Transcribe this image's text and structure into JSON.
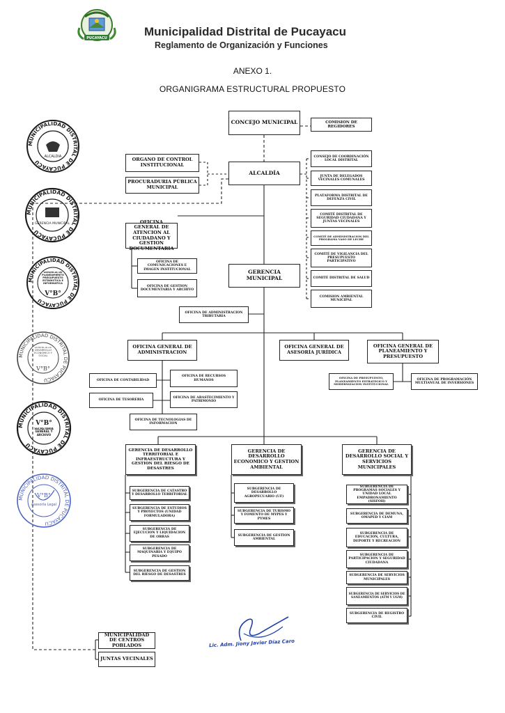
{
  "header": {
    "title": "Municipalidad Distrital de Pucayacu",
    "subtitle": "Reglamento de Organización y Funciones"
  },
  "annex": "ANEXO 1.",
  "chart_title": "ORGANIGRAMA ESTRUCTURAL PROPUESTO",
  "logo_text": "PUCAYACU",
  "signature_text": "Lic. Adm. Jiony Javier Díaz Caro",
  "colors": {
    "ink": "#222222",
    "stamp_dark": "#1a1a1a",
    "stamp_blue": "#4a5fc0",
    "signature": "#1f3fa8"
  },
  "units": {
    "concejo": "CONCEJO MUNICIPAL",
    "regidores": "COMISION DE REGIDORES",
    "alcaldia": "ALCALDÍA",
    "control": "ORGANO DE CONTROL INSTITUCIONAL",
    "procuraduria": "PROCURADURIA PÚBLICA MUNICIPAL",
    "consejo_coord": "CONSEJO DE COORDINACIÓN LOCAL DISTRITAL",
    "junta_delegados": "JUNTA DE DELEGADOS VECINALES COMUNALES",
    "defensa_civil": "PLATAFORMA DISTRITAL DE DEFENZA CIVIL",
    "seguridad": "COMITÉ DISTRITAL DE SEGURIDAD CIUDADANA Y JUNTAS VECINALES",
    "vaso_leche": "COMITÉ DE ADMINISTRACION DEL PROGRAMA VASO DE LECHE",
    "vigilancia": "COMITÉ DE VIGILANCIA DEL PRESUPUESTO PARTICIPATIVO",
    "salud": "COMITÉ DISTRITAL DE SALUD",
    "ambiental": "COMISION AMBIENTAL MUNICIPAL",
    "atencion": "OFICINA GENERAL DE ATENCION AL CIUDADANO Y GESTION DOCUMENTARIA",
    "comunicaciones": "OFICINA DE COMUNICACIONES E IMAGEN INSTITUCIONAL",
    "gestion_doc": "OFICINA DE GESTION DOCUMENTARIA Y ARCHIVO",
    "gerencia": "GERENCIA MUNICIPAL",
    "tributaria": "OFICINA DE ADMINISTRACION TRIBUTARIA",
    "administracion": "OFICINA GENERAL DE ADMINISTRACION",
    "asesoria": "OFICINA GENERAL DE ASESORÍA JURÍDICA",
    "planeamiento": "OFICINA GENERAL DE PLANEAMIENTO Y PRESUPUESTO",
    "contabilidad": "OFICINA DE CONTABILIDAD",
    "rrhh": "OFICINA DE RECURSOS HUMANOS",
    "tesoreria": "OFICINA DE TESORERIA",
    "abastecimiento": "OFICINA DE ABASTECIMIENTO Y PATRIMONIO",
    "tecnologias": "OFICINA DE TECNOLOGIAS DE INFORMACION",
    "presupuesto": "OFICINA DE PRESUPUESTO, PLANEAMIENTO ESTRATEGICO Y MODERNIZACION INSTITUCIONAL",
    "programacion": "OFICINA DE PROGRAMACIÓN MULTIANUAL DE INVERSIONES",
    "g_territorial": "GERENCIA DE DESARROLLO TERRITORIAL E INFRAESTRUCTURA Y GESTION DEL RIESGO DE DESASTRES",
    "g_economico": "GERENCIA DE DESARROLLO ECONOMICO Y GESTION AMBIENTAL",
    "g_social": "GERENCIA DE DESARROLLO SOCIAL Y SERVICIOS MUNICIPALES",
    "catastro": "SUBGERENCIA DE CATASTRO Y DESARROLLO TERRITORIAL",
    "estudios": "SUBGERENCIA DE ESTUDIOS Y PROYECTOS (UNIDAD FORMULADORA)",
    "ejecucion": "SUBGERENCIA DE EJECUCION Y LIQUIDACION DE OBRAS",
    "maquinaria": "SUBGERENCIA DE MAQUINARIA Y EQUIPO PESADO",
    "riesgo": "SUBGERENCIA DE GESTION DEL RIESGO DE DESASTRES",
    "agropecuario": "SUBGERENCIA DE DESARROLLO AGROPECUARIO (UF)",
    "turismo": "SUBGERENCIA DE TURISMO Y FOMENTO DE MYPES Y PYMES",
    "gestion_ambiental": "SUBGERENCIA DE GESTION AMBIENTAL",
    "programas_sociales": "SUBGERENCIA DE PROGRAMAS SOCIALES Y UNIDAD LOCAL EMPADRONAMIENTO (SISFOH)",
    "demuna": "SUBGERENCIA DE DEMUNA, OMAPED Y CIAM",
    "educacion": "SUBGERENCIA DE EDUCACION, CULTURA, DEPORTE Y RECREACION",
    "participacion": "SUBGERENCIA DE PARTICIPACION Y SEGURIDAD CIUDADANA",
    "servicios": "SUBGERENCIA DE SERVICIOS MUNICIPALES",
    "saneamiento": "SUBGERENCIA DE SERVICIOS DE SANEAMIENTOS (ATM Y UGM)",
    "registro_civil": "SUBGERENCIA DE REGISTRO CIVIL",
    "centros_poblados": "MUNICIPALIDAD DE CENTROS POBLADOS",
    "juntas_vecinales": "JUNTAS VECINALES"
  },
  "stamps": [
    {
      "ring": "MUNICIPALIDAD DISTRITAL DE PUCAYACU",
      "center": "ALCALDIA"
    },
    {
      "ring": "MUNICIPALIDAD DISTRITAL DE PUCAYACU",
      "center": "GERENCIA MUNICIPAL"
    },
    {
      "ring": "MUNICIPALIDAD DISTRITAL DE PUCAYACU",
      "center": "GERENCIA DE PLANEAMIENTO PRESUPUESTO ESTADISTICA E INFORMATICA",
      "mark": "V°B°"
    },
    {
      "ring": "MUNICIPALIDAD DISTRITAL DE PUCAYACU",
      "center": "GERENCIA DE DESARROLLO ECONOMICO Y SOCIAL",
      "mark": "V°B°"
    },
    {
      "ring": "MUNICIPALIDAD DISTRITAL DE PUCAYACU",
      "center": "SECRETARIA GENERAL Y ARCHIVO",
      "mark": "V°B°"
    },
    {
      "ring": "MUNICIPALIDAD DISTRITAL DE PUCAYACU",
      "center": "Asesoría Legal",
      "mark": "V°B°"
    }
  ]
}
